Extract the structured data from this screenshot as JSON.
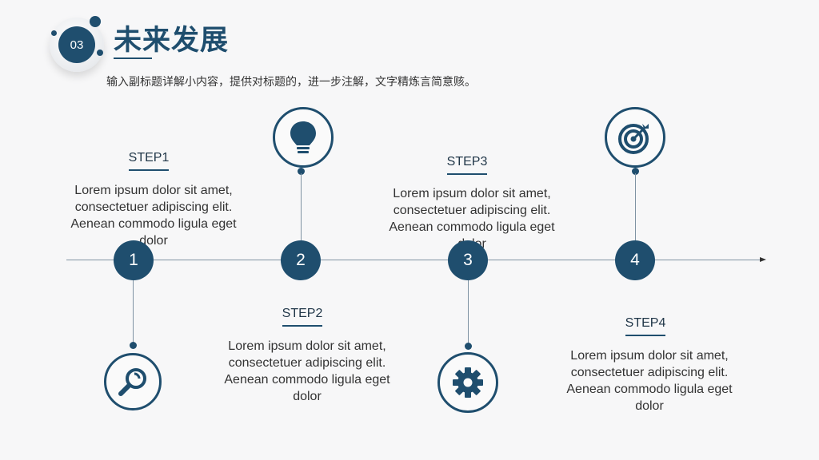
{
  "header": {
    "badge_number": "03",
    "title": "未来发展",
    "subtitle": "输入副标题详解小内容，提供对标题的，进一步注解，文字精炼言简意赅。"
  },
  "colors": {
    "primary": "#1f4e6e",
    "line": "#7f93a3",
    "background": "#f7f7f8"
  },
  "steps": [
    {
      "number": "1",
      "label": "STEP1",
      "text": "Lorem ipsum dolor sit amet, consectetuer adipiscing elit. Aenean commodo ligula eget dolor",
      "icon": "magnifier-icon"
    },
    {
      "number": "2",
      "label": "STEP2",
      "text": "Lorem ipsum dolor sit amet, consectetuer adipiscing elit. Aenean commodo ligula eget dolor",
      "icon": "lightbulb-icon"
    },
    {
      "number": "3",
      "label": "STEP3",
      "text": "Lorem ipsum dolor sit amet, consectetuer adipiscing elit. Aenean commodo ligula eget dolor",
      "icon": "gear-icon"
    },
    {
      "number": "4",
      "label": "STEP4",
      "text": "Lorem ipsum dolor sit amet, consectetuer adipiscing elit. Aenean commodo ligula eget dolor",
      "icon": "target-icon"
    }
  ]
}
